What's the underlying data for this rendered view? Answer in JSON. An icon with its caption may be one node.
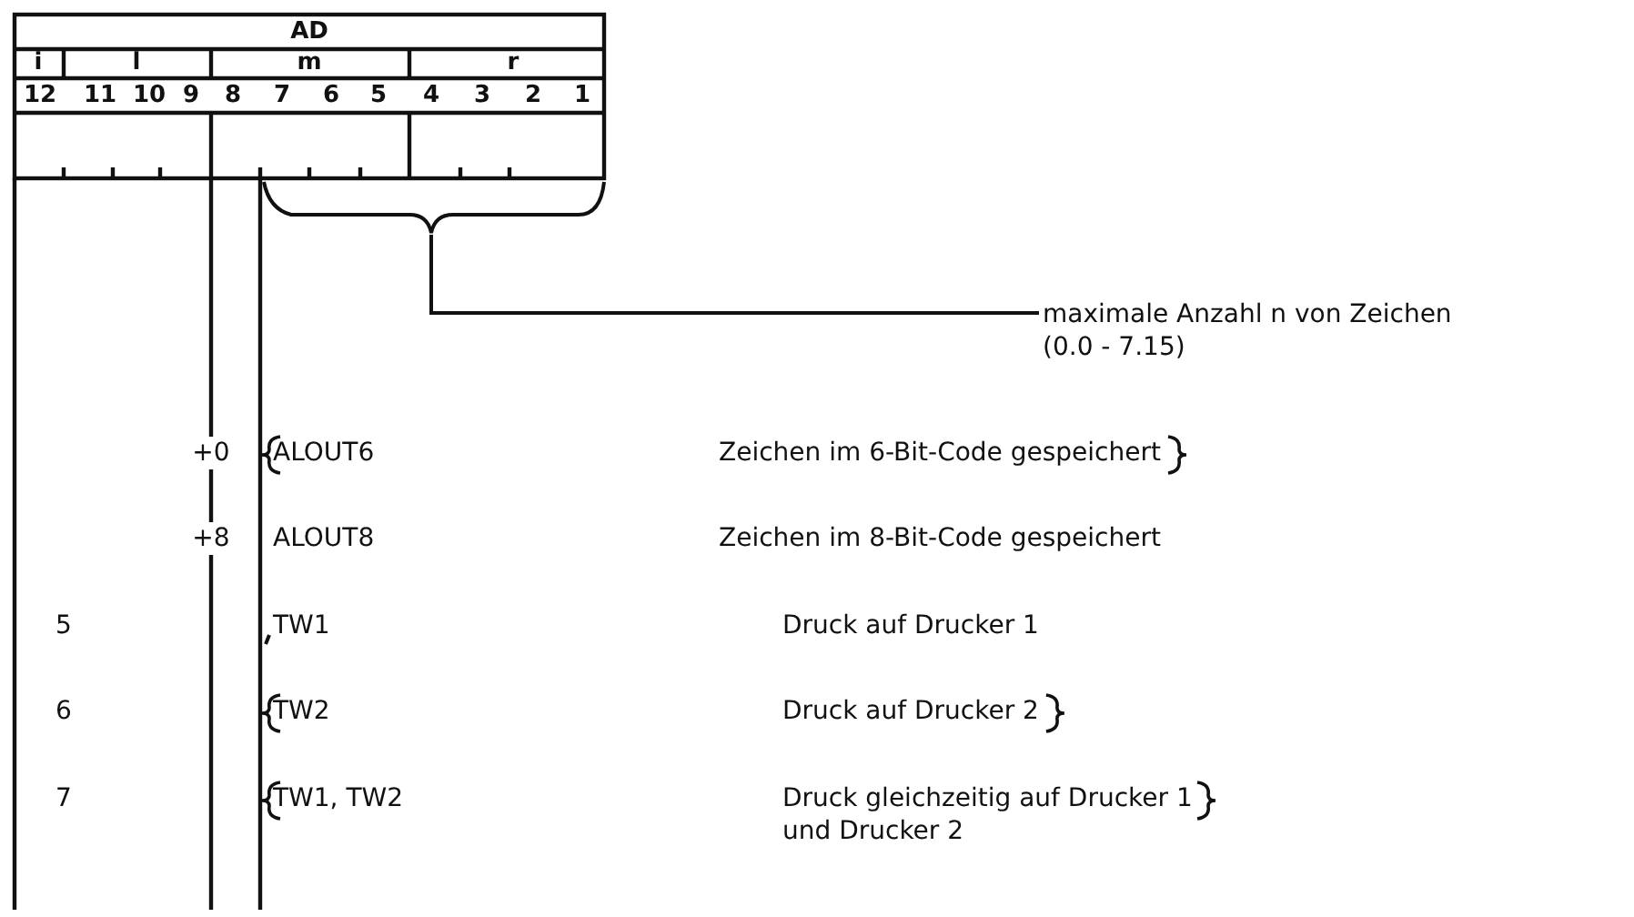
{
  "diagram": {
    "nodes": [
      {
        "text": [
          "maximale Anzahl n von Zeichen (0.0 - 7.15)"
        ]
      },
      {
        "text": [],
        "shape": "brace"
      }
    ],
    "edges": [
      {
        "from": 0,
        "to": 1,
        "arrow": "none"
      }
    ],
    "labels": [
      "AD",
      "i",
      "l",
      "m",
      "r",
      "12",
      "11",
      "10",
      "9",
      "8",
      "7",
      "6",
      "5",
      "4",
      "3",
      "2",
      "1",
      "+0",
      "ALOUT6",
      "Zeichen im 6-Bit-Code gespeichert",
      "+8",
      "ALOUT8",
      "Zeichen im 8-Bit-Code gespeichert",
      "5",
      "TW1",
      "Druck auf Drucker 1",
      "6",
      "TW2",
      "Druck auf Drucker 2",
      "7",
      "TW1, TW2",
      "Druck gleichzeitig auf Drucker 1 und Drucker 2"
    ]
  }
}
